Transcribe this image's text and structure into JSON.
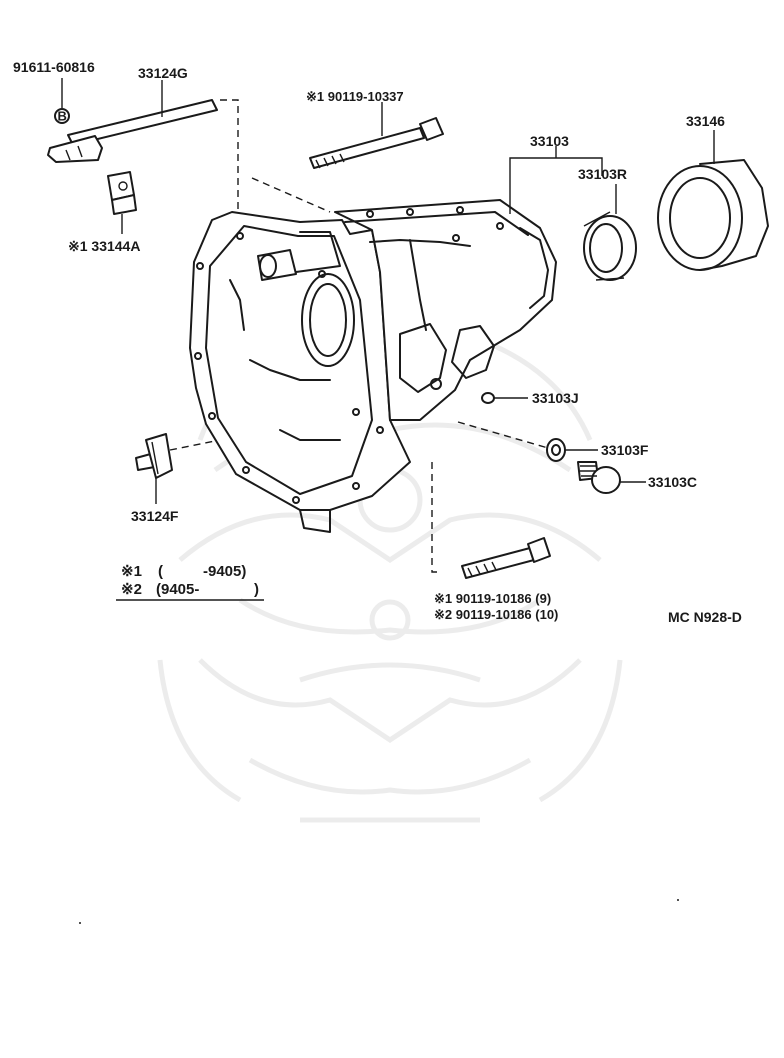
{
  "parts": {
    "p91611": "91611-60816",
    "p33124G": "33124G",
    "p90119_10337": "※1 90119-10337",
    "p33103": "33103",
    "p33146": "33146",
    "p33103R": "33103R",
    "p33144A": "※1 33144A",
    "p33103J": "33103J",
    "p33103F": "33103F",
    "p33103C": "33103C",
    "p33124F": "33124F",
    "p90119_10186_9": "※1 90119-10186 (9)",
    "p90119_10186_10": "※2 90119-10186 (10)",
    "bolt_marker": "B"
  },
  "legend": {
    "line1_mark": "※1",
    "line1_paren_open": "(",
    "line1_range": "-9405)",
    "line2_mark": "※2",
    "line2_range": "(9405-",
    "line2_paren_close": ")"
  },
  "diagram_code": "MC  N928-D",
  "colors": {
    "ink": "#1a1a1a",
    "watermark": "#ececec",
    "background": "#ffffff"
  },
  "icons": {
    "watermark": "samurai-mask-watermark-icon"
  }
}
